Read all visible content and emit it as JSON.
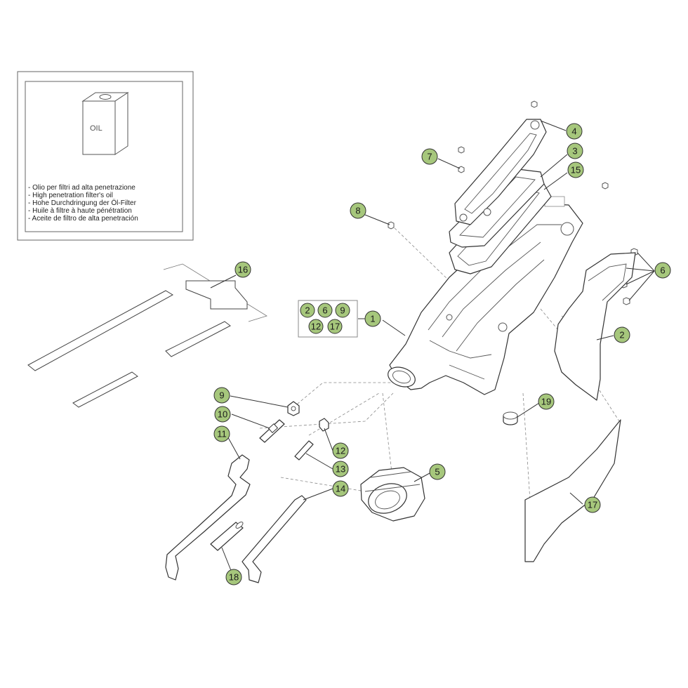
{
  "oil_box": {
    "can_label": "OIL",
    "lines": [
      "- Olio per filtri ad alta penetrazione",
      "- High penetration filter's oil",
      "- Hohe Durchdringung der Öl-Filter",
      "- Huile à filtre à haute pénétration",
      "- Aceite de filtro de alta penetración"
    ]
  },
  "callouts": {
    "c1": "1",
    "c2": "2",
    "c3": "3",
    "c4": "4",
    "c5": "5",
    "c6": "6",
    "c7": "7",
    "c8": "8",
    "c9": "9",
    "c10": "10",
    "c11": "11",
    "c12": "12",
    "c13": "13",
    "c14": "14",
    "c15": "15",
    "c16": "16",
    "c17": "17",
    "c18": "18",
    "c19": "19"
  },
  "kit_group": {
    "k2": "2",
    "k6": "6",
    "k9": "9",
    "k12": "12",
    "k17": "17"
  }
}
